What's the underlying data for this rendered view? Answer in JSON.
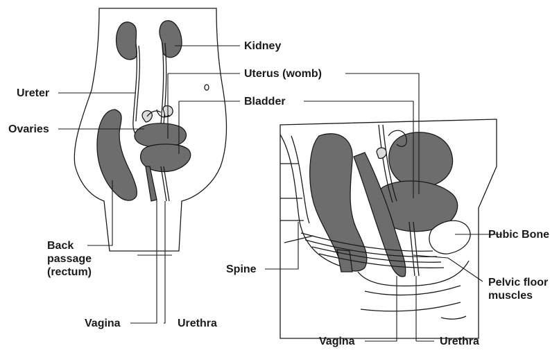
{
  "colors": {
    "organ": "#6d6d6d",
    "line": "#1a1a1a",
    "background": "#ffffff"
  },
  "labels": {
    "kidney": "Kidney",
    "uterus": "Uterus (womb)",
    "ureter": "Ureter",
    "bladder": "Bladder",
    "ovaries": "Ovaries",
    "back_passage": "Back\npassage\n(rectum)",
    "spine": "Spine",
    "pubic_bone": "Pubic Bone",
    "pelvic_floor": "Pelvic floor\nmuscles",
    "vagina_left": "Vagina",
    "urethra_left": "Urethra",
    "vagina_right": "Vagina",
    "urethra_right": "Urethra"
  }
}
